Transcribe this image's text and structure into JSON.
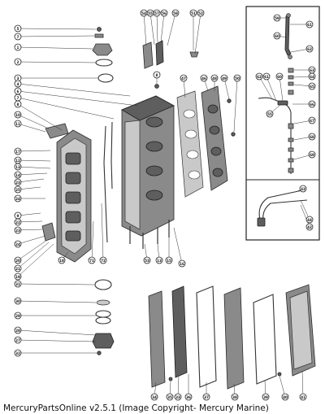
{
  "caption": "MercuryPartsOnline v2.5.1 (Image Copyright- Mercury Marine)",
  "callouts": {
    "left_top": [
      "5",
      "7",
      "1",
      "2",
      "3",
      "4",
      "6",
      "7",
      "8"
    ],
    "left_mid": [
      "10",
      "11",
      "17",
      "12",
      "13",
      "14",
      "23",
      "25",
      "24",
      "9",
      "22",
      "23",
      "24",
      "20",
      "21",
      "19",
      "18",
      "71",
      "72"
    ],
    "top_center": [
      "54",
      "55",
      "57",
      "56",
      "58",
      "51",
      "52",
      "8"
    ],
    "mid_center": [
      "47",
      "46",
      "48",
      "49",
      "50",
      "53",
      "13",
      "15",
      "16"
    ],
    "bottom_left": [
      "31",
      "30",
      "29",
      "28",
      "27",
      "32"
    ],
    "bottom_row": [
      "34",
      "35",
      "33",
      "36",
      "37",
      "38",
      "39",
      "40",
      "41"
    ],
    "inset_top": [
      "59",
      "60",
      "61",
      "62"
    ],
    "inset_mid": [
      "62",
      "61",
      "60",
      "63",
      "64",
      "65",
      "66",
      "67",
      "68",
      "69",
      "55"
    ],
    "inset_bottom": [
      "43",
      "44",
      "42"
    ]
  }
}
